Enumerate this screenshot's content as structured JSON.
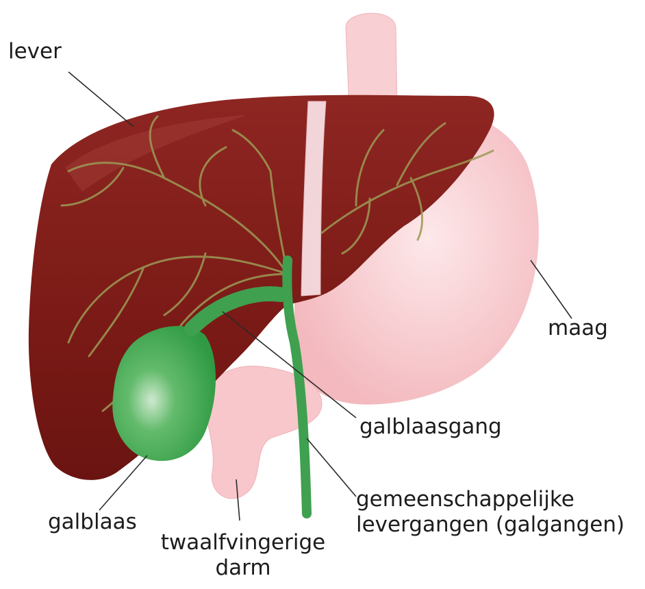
{
  "labels": {
    "lever": "lever",
    "maag": "maag",
    "galblaasgang": "galblaasgang",
    "gemeenschappelijke_line1": "gemeenschappelijke",
    "gemeenschappelijke_line2": "levergangen (galgangen)",
    "galblaas": "galblaas",
    "twaalfvingerige_line1": "twaalfvingerige",
    "twaalfvingerige_line2": "darm"
  },
  "colors": {
    "liver": "#7a1a16",
    "liver_highlight": "#9a2f2a",
    "stomach": "#f6c2c6",
    "stomach_highlight": "#fde4e6",
    "gallbladder": "#3aa44e",
    "bile_duct": "#3fa04f",
    "ligament": "#f2d5d8",
    "leader_line": "#2a2a2a"
  }
}
